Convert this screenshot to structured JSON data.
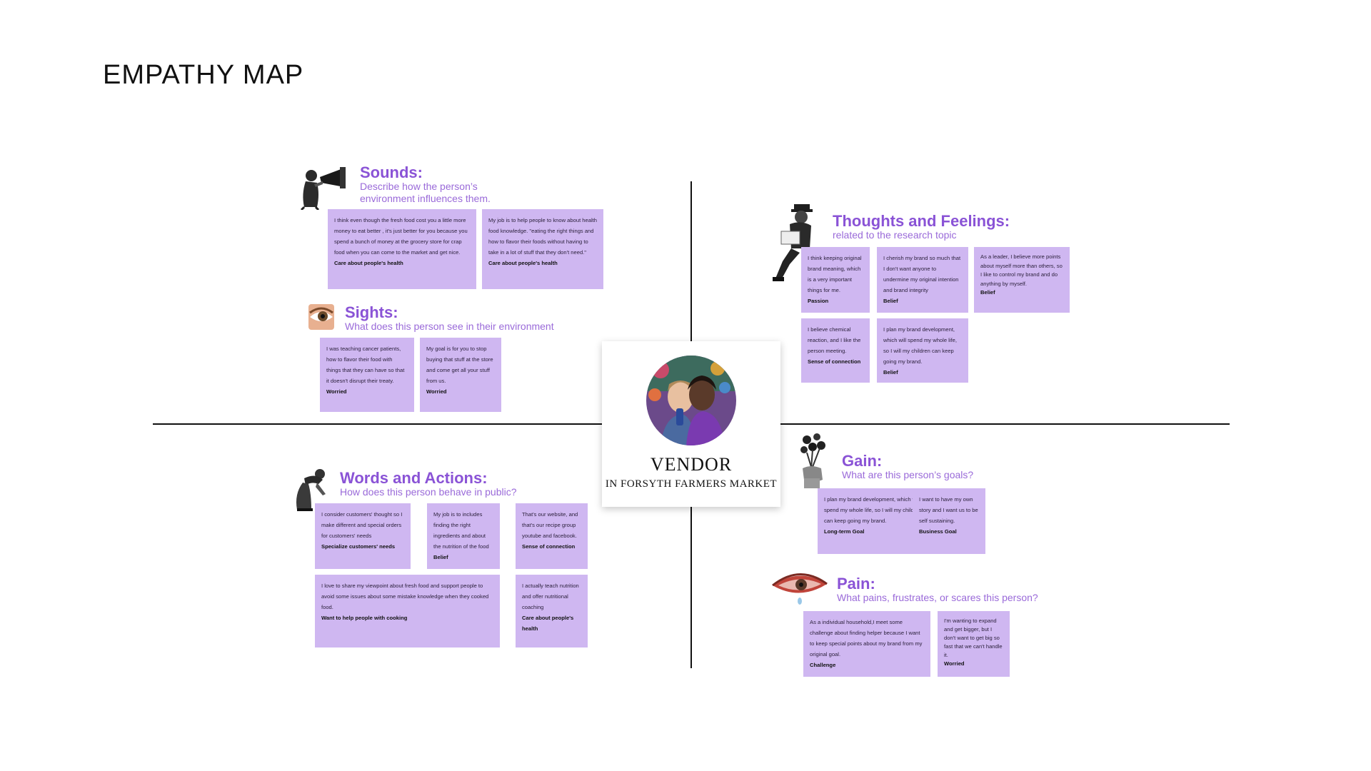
{
  "page": {
    "title": "EMPATHY MAP"
  },
  "persona": {
    "role": "VENDOR",
    "context": "IN FORSYTH FARMERS MARKET"
  },
  "sections": {
    "sounds": {
      "title": "Sounds:",
      "subtitle_line1": "Describe how the person’s",
      "subtitle_line2": "environment influences them.",
      "icon": "megaphone-person-icon",
      "notes": [
        {
          "text": "I think even though the fresh food cost you a little more money to eat better , it's just better for you because you spend a bunch of money at the grocery store for crap food when you can come to the market and get nice.",
          "tag": "Care about people's health"
        },
        {
          "text": "My job is to help people to know about health food knowledge. \"eating the right things and how to flavor their foods without having to take in a lot of stuff that they don't need.\"",
          "tag": "Care about people's health"
        }
      ]
    },
    "sights": {
      "title": "Sights:",
      "subtitle": "What does this person see in their environment",
      "icon": "eye-icon",
      "notes": [
        {
          "text": "I was teaching cancer patients, how to flavor their food with things that they can have so that it doesn't disrupt their treaty.",
          "tag": "Worried"
        },
        {
          "text": "My goal is for you to stop buying that stuff at the store and come get all your stuff from us.",
          "tag": "Worried"
        }
      ]
    },
    "thoughts": {
      "title": "Thoughts and Feelings:",
      "subtitle": "related to the research topic",
      "icon": "reading-person-icon",
      "notes": [
        {
          "text": "I think keeping original brand meaning, which is a very important things for me.",
          "tag": "Passion"
        },
        {
          "text": "I cherish my brand so much that I don't want anyone to undermine my original intention and brand integrity",
          "tag": "Belief"
        },
        {
          "text": "As a leader, I believe more points about myself more than others, so I like to control my brand and do anything by myself.",
          "tag": "Belief"
        },
        {
          "text": "I believe chemical reaction, and I like the person meeting.",
          "tag": "Sense of connection"
        },
        {
          "text": "I plan my brand development, which will spend my whole life, so I will my children can keep going my brand.",
          "tag": "Belief"
        }
      ]
    },
    "words": {
      "title": "Words and Actions:",
      "subtitle": "How does this person behave in public?",
      "icon": "bowing-person-icon",
      "notes": [
        {
          "text": "I consider customers' thought so I make different and special orders for customers' needs",
          "tag": "Specialize customers' needs"
        },
        {
          "text": "My job is to includes finding the right ingredients and about the nutrition of the food",
          "tag": "Belief"
        },
        {
          "text": "That's our website, and that's our recipe group youtube and facebook.",
          "tag": "Sense of connection"
        },
        {
          "text": "I love to share my viewpoint about fresh food and support people to avoid some issues about some mistake knowledge when they cooked food.",
          "tag": "Want to help people with cooking"
        },
        {
          "text": "I actually teach nutrition and offer nutritional coaching",
          "tag": "Care about people's health"
        }
      ]
    },
    "gain": {
      "title": "Gain:",
      "subtitle": "What are this person’s goals?",
      "icon": "flower-hand-icon",
      "notes": [
        {
          "text": "I plan my brand development, which will spend my whole life, so I will my children can keep going my brand.",
          "tag": "Long-term Goal"
        },
        {
          "text": "I want to have my own story and I want us to be self sustaining.",
          "tag": "Business Goal"
        }
      ]
    },
    "pain": {
      "title": "Pain:",
      "subtitle": "What pains, frustrates, or scares this person?",
      "icon": "crying-eye-icon",
      "notes": [
        {
          "text": "As a individual household,I meet some challenge about finding helper because I want to keep special points about my brand from my original goal.",
          "tag": "Challenge"
        },
        {
          "text": "I'm wanting to expand and get bigger, but I don't want to get big so fast that we can't handle it.",
          "tag": "Worried"
        }
      ]
    }
  },
  "colors": {
    "accent": "#8a53d6",
    "note_bg": "#cfb7f1",
    "axis": "#111111"
  }
}
